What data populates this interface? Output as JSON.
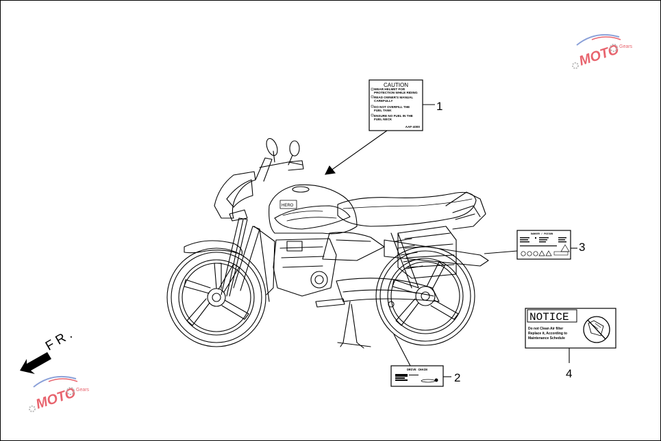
{
  "callouts": {
    "c1": "1",
    "c2": "2",
    "c3": "3",
    "c4": "4"
  },
  "direction_label": "F R .",
  "label_caution": {
    "title": "CAUTION",
    "lines": [
      "WEAR HELMET  FOR",
      "PROTECTION WHILE RIDING",
      "READ OWNER'S MANUAL",
      "CAREFULLY",
      "DO NOT OVERFILL THE",
      "FUEL TANK",
      "ENSURE NO FUEL IN THE",
      "FUEL NECK"
    ],
    "code": "AAF-4000"
  },
  "label_drive_chain": {
    "title": "DRIVE CHAIN"
  },
  "label_danger": {
    "title": "DANGER / POISON"
  },
  "label_notice": {
    "title": "NOTICE",
    "lines": [
      "Do not Clean Air filter",
      "Replace it, According to",
      "Maintenance Schedule"
    ]
  },
  "watermark": {
    "brand": "MOTO",
    "sub": "Gears",
    "colors": [
      "#e8646e",
      "#6f88c8",
      "#b9b9b9"
    ]
  },
  "tank_badge": "HERO"
}
